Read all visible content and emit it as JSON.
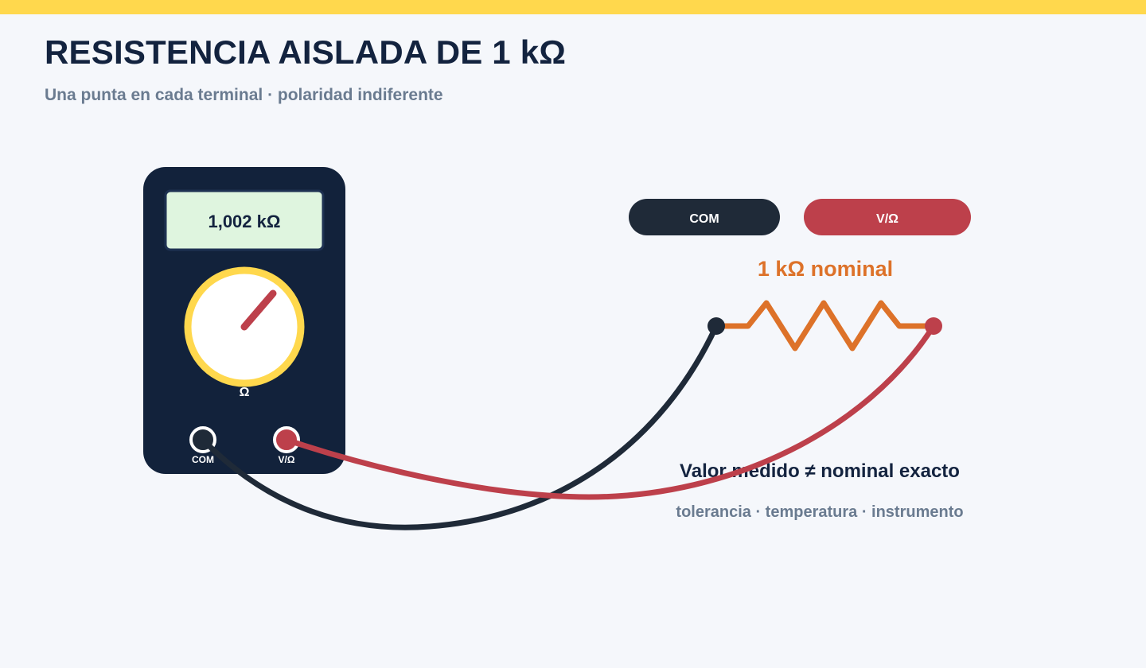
{
  "header": {
    "title": "RESISTENCIA AISLADA DE 1 kΩ",
    "subtitle": "Una punta en cada terminal · polaridad indiferente"
  },
  "multimeter": {
    "display_reading": "1,002 kΩ",
    "dial_mode_label": "Ω",
    "port_com_label": "COM",
    "port_vohm_label": "V/Ω"
  },
  "probe_labels": {
    "com": "COM",
    "vohm": "V/Ω"
  },
  "resistor": {
    "nominal_label": "1 kΩ nominal"
  },
  "note": {
    "headline": "Valor medido ≠ nominal exacto",
    "causes": "tolerancia · temperatura · instrumento"
  },
  "colors": {
    "accent_yellow": "#ffd84d",
    "meter_body": "#12223b",
    "display_bg": "#dff5df",
    "probe_com": "#1f2a38",
    "probe_vohm": "#bd404b",
    "resistor": "#dd7229",
    "title_text": "#13233f",
    "muted_text": "#6a7b90"
  }
}
